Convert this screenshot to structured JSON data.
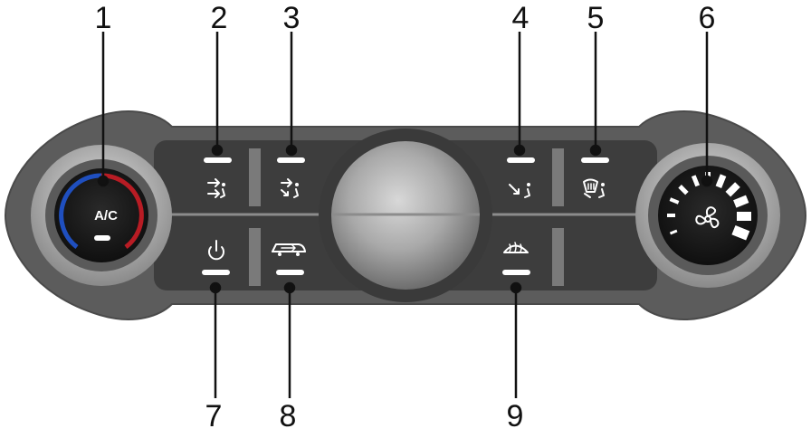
{
  "diagram": {
    "callouts": [
      {
        "id": "c1",
        "label": "1",
        "icon": "ac-temperature-knob"
      },
      {
        "id": "c2",
        "label": "2",
        "icon": "face-vent-icon"
      },
      {
        "id": "c3",
        "label": "3",
        "icon": "face-feet-vent-icon"
      },
      {
        "id": "c4",
        "label": "4",
        "icon": "feet-vent-icon"
      },
      {
        "id": "c5",
        "label": "5",
        "icon": "feet-defrost-vent-icon"
      },
      {
        "id": "c6",
        "label": "6",
        "icon": "fan-speed-knob"
      },
      {
        "id": "c7",
        "label": "7",
        "icon": "power-icon"
      },
      {
        "id": "c8",
        "label": "8",
        "icon": "recirculation-icon"
      },
      {
        "id": "c9",
        "label": "9",
        "icon": "windshield-defrost-icon"
      }
    ],
    "ac_knob_label": "A/C",
    "colors": {
      "panel_outer": "#5c5c5c",
      "panel_inner": "#3d3d3d",
      "indicator": "#ffffff",
      "cold": "#1f4fbf",
      "hot": "#b81c24"
    }
  }
}
